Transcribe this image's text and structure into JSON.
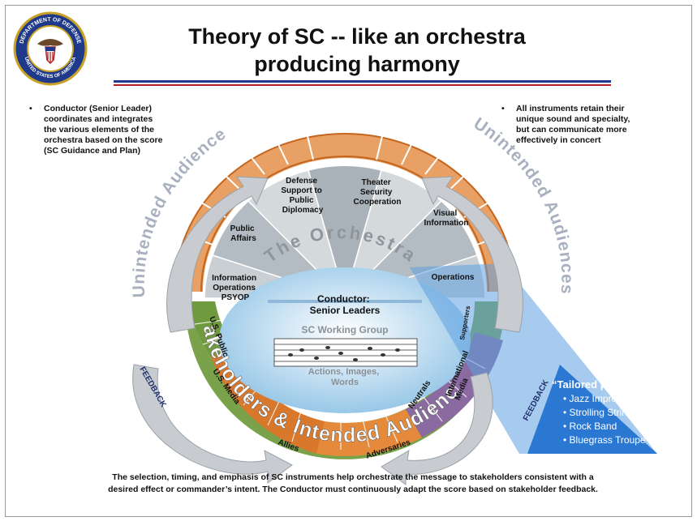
{
  "title": {
    "line1": "Theory of SC -- like an orchestra",
    "line2": "producing harmony"
  },
  "seal": {
    "top_text": "DEPARTMENT OF DEFENSE",
    "bottom_text": "UNITED STATES OF AMERICA"
  },
  "left_note": {
    "bullet": "•",
    "lines": [
      "Conductor (Senior Leader)",
      "coordinates and integrates",
      "the various elements of the",
      "orchestra based on the score",
      "(SC Guidance and Plan)"
    ]
  },
  "right_note": {
    "bullet": "•",
    "lines": [
      "All instruments retain their",
      "unique sound and specialty,",
      "but can communicate more",
      "effectively in concert"
    ]
  },
  "diagram": {
    "unintended_left": "Unintended Audiences",
    "unintended_right": "Unintended Audiences",
    "orchestra_arc": "The Orchestra",
    "wedges": {
      "info_ops": [
        "Information",
        "Operations",
        "PSYOP"
      ],
      "public_affairs": [
        "Public",
        "Affairs"
      ],
      "dspd": [
        "Defense",
        "Support to",
        "Public",
        "Diplomacy"
      ],
      "tsc": [
        "Theater",
        "Security",
        "Cooperation"
      ],
      "visual_info": [
        "Visual",
        "Information"
      ],
      "operations": [
        "Operations"
      ]
    },
    "conductor": [
      "Conductor:",
      "Senior Leaders"
    ],
    "working_group": "SC Working Group",
    "actions": [
      "Actions, Images,",
      "Words"
    ],
    "stakeholders_arc": "Stakeholders & Intended Audiences",
    "segments": {
      "us_public": "U.S. Public",
      "us_media": "U.S. Media",
      "allies": "Allies",
      "adversaries": "Adversaries",
      "neutrals": "Neutrals",
      "intl_media": [
        "International",
        "Media"
      ],
      "supporters": "Supporters"
    },
    "feedback_left": "FEEDBACK",
    "feedback_right": "FEEDBACK"
  },
  "package": {
    "title": "“Tailored package”",
    "items": [
      "Jazz Improv",
      "Strolling Strings",
      "Rock Band",
      "Bluegrass Troupe"
    ]
  },
  "caption": {
    "line1": "The selection, timing, and emphasis of SC instruments help orchestrate the message to stakeholders consistent with a",
    "line2": "desired effect or commander’s intent.  The Conductor must continuously adapt the score based on stakeholder feedback."
  },
  "colors": {
    "seal_blue": "#1f3a8a",
    "rule_red": "#b22222",
    "brick_orange": "#d9772a",
    "package_blue": "#1e6fcf",
    "stakeholder_green": "#6f9a3d"
  }
}
